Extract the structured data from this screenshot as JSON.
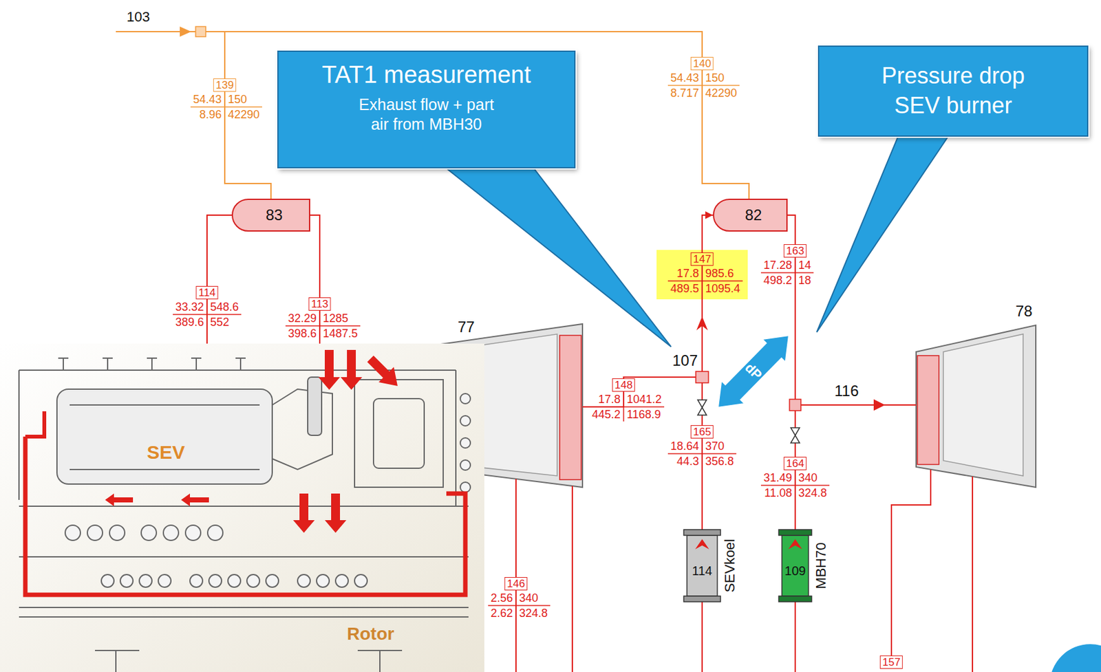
{
  "diagram": {
    "nodes": [
      {
        "text": [
          "TAT1 measurement",
          "Exhaust flow + part air from MBH30"
        ]
      },
      {
        "text": [
          "Pressure drop SEV burner"
        ]
      },
      {
        "text": [
          "83"
        ]
      },
      {
        "text": [
          "82"
        ]
      },
      {
        "text": [
          "114",
          "SEVkoel"
        ]
      },
      {
        "text": [
          "109",
          "MBH70"
        ]
      }
    ],
    "edges": [
      {
        "from": 4,
        "to": 3,
        "arrow": "to"
      },
      {
        "from": 5,
        "to": 3,
        "arrow": "none"
      }
    ],
    "labels": [
      "103",
      "139",
      "54.43",
      "150",
      "8.96",
      "42290",
      "140",
      "54.43",
      "150",
      "8.717",
      "42290",
      "114",
      "33.32",
      "548.6",
      "389.6",
      "552",
      "113",
      "32.29",
      "1285",
      "398.6",
      "1487.5",
      "77",
      "147",
      "17.8",
      "985.6",
      "489.5",
      "1095.4",
      "163",
      "17.28",
      "14",
      "498.2",
      "18",
      "107",
      "148",
      "17.8",
      "1041.2",
      "445.2",
      "1168.9",
      "165",
      "18.64",
      "370",
      "44.3",
      "356.8",
      "164",
      "31.49",
      "340",
      "11.08",
      "324.8",
      "116",
      "78",
      "146",
      "2.56",
      "340",
      "2.62",
      "324.8",
      "157",
      "dP",
      "SEV",
      "Rotor"
    ]
  }
}
